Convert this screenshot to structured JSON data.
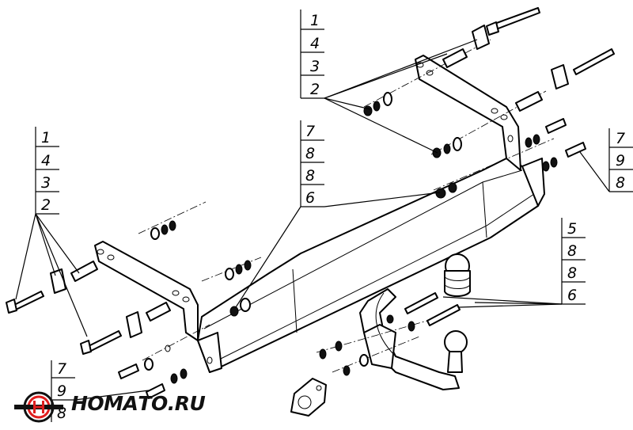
{
  "callouts": [
    {
      "id": "A",
      "numbers": [
        "1",
        "4",
        "3",
        "2"
      ]
    },
    {
      "id": "B",
      "numbers": [
        "1",
        "4",
        "3",
        "2"
      ]
    },
    {
      "id": "C",
      "numbers": [
        "7",
        "8",
        "8",
        "6"
      ]
    },
    {
      "id": "D",
      "numbers": [
        "7",
        "9",
        "8"
      ]
    },
    {
      "id": "E",
      "numbers": [
        "5",
        "8",
        "8",
        "6"
      ]
    },
    {
      "id": "F",
      "numbers": [
        "7",
        "9",
        "8"
      ]
    }
  ],
  "logo": {
    "text": "НОМАТО.RU",
    "color_red": "#e01e1e",
    "color_dark": "#111111"
  }
}
